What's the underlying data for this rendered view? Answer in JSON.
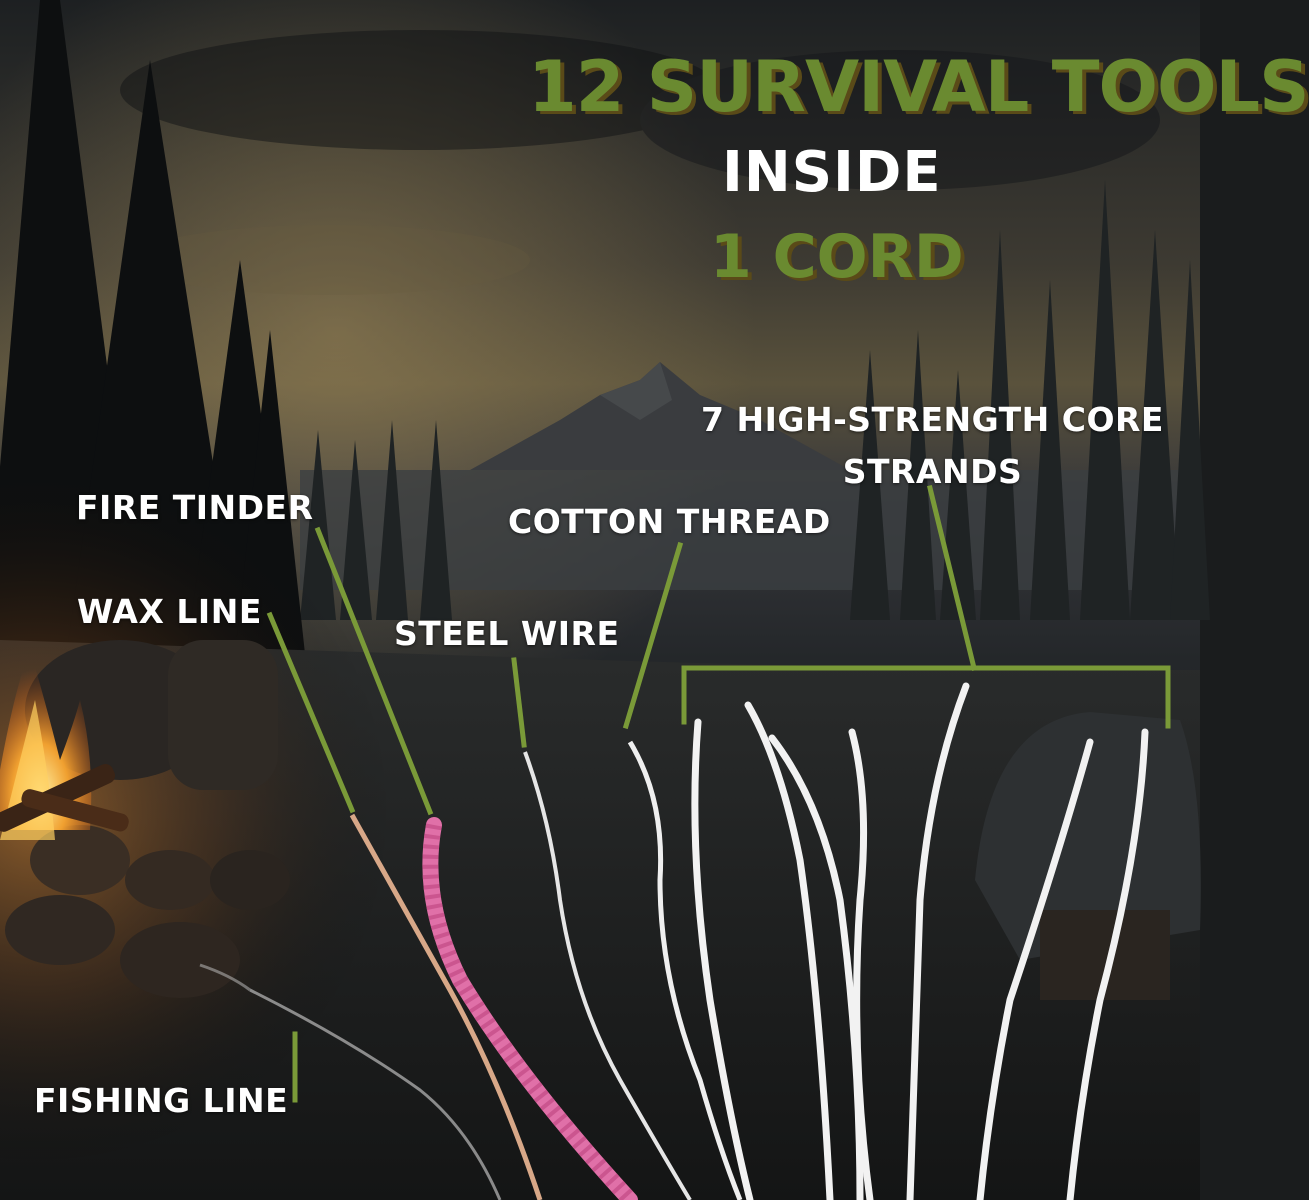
{
  "headline": {
    "line1": "12 SURVIVAL TOOLS",
    "line2": "INSIDE",
    "line3": "1 CORD"
  },
  "colors": {
    "accent_green": "#6a8a30",
    "headline_shadow": "#5a4a18",
    "callout_line": "#7a9a38",
    "fire_tinder_strand": "#e070a8",
    "wax_line_strand": "#d8a888",
    "white_strands": "#f0f0f0"
  },
  "callouts": {
    "core_strands": "7 HIGH-STRENGTH CORE STRANDS",
    "fire_tinder": "FIRE TINDER",
    "cotton_thread": "COTTON THREAD",
    "wax_line": "WAX LINE",
    "steel_wire": "STEEL WIRE",
    "fishing_line": "FISHING LINE"
  },
  "scene": {
    "background": "dark forest campsite at dusk with campfire and mountain",
    "icons": [
      "campfire-icon",
      "mountain-icon",
      "pine-tree-icon",
      "rock-icon"
    ]
  }
}
